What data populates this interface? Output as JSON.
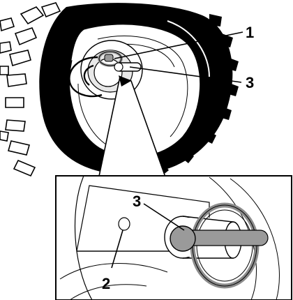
{
  "figure": {
    "callouts": {
      "c1": "1",
      "c2": "2",
      "c3_top": "3",
      "c3_detail": "3"
    },
    "colors": {
      "ink": "#000000",
      "paper": "#ffffff",
      "pin_head": "#9a9a9a",
      "ring": "#8c8c8c",
      "hub_shade": "#d6d6d6"
    }
  }
}
